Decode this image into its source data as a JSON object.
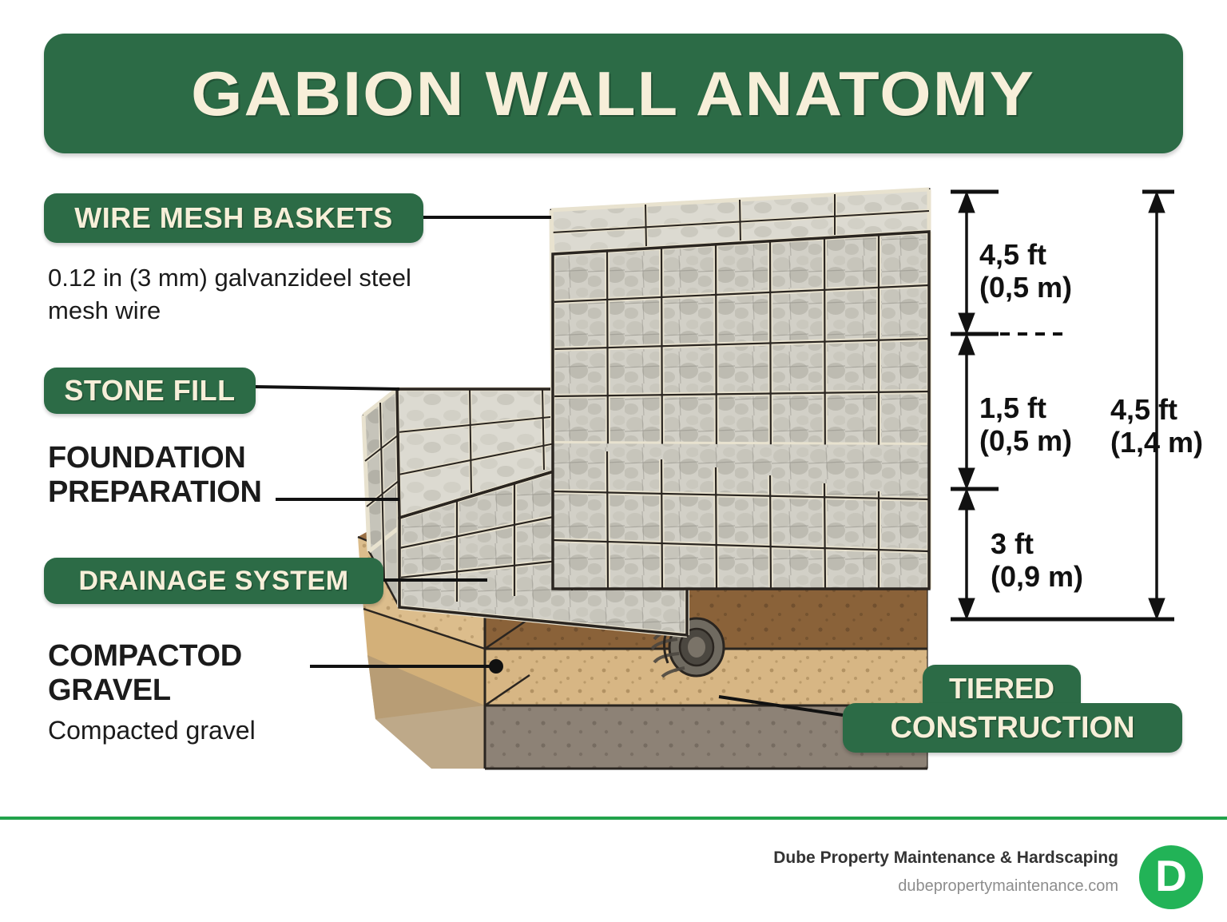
{
  "header": {
    "title": "GABION WALL ANATOMY",
    "bg_color": "#2c6b46",
    "text_color": "#f7efd9"
  },
  "callouts": [
    {
      "key": "wire_mesh",
      "badge": "WIRE MESH BASKETS",
      "style": "badge"
    },
    {
      "key": "stone_fill",
      "badge": "STONE FILL",
      "style": "badge"
    },
    {
      "key": "drainage",
      "badge": "DRAINAGE SYSTEM",
      "style": "badge"
    },
    {
      "key": "tiered",
      "badge_line1": "TIERED",
      "badge_line2": "CONSTRUCTION",
      "style": "badge-stacked"
    },
    {
      "key": "foundation",
      "label": "FOUNDATION PREPARATION",
      "style": "plain-bold"
    },
    {
      "key": "compacted",
      "label": "COMPACTOD GRAVEL",
      "sub": "Compacted gravel",
      "style": "plain-bold"
    }
  ],
  "labels": {
    "wire_mesh_badge": "WIRE MESH BASKETS",
    "wire_mesh_desc": "0.12 in (3 mm) galvanzideel steel mesh wire",
    "stone_fill_badge": "STONE FILL",
    "foundation_label_line1": "FOUNDATION",
    "foundation_label_line2": "PREPARATION",
    "drainage_badge": "DRAINAGE SYSTEM",
    "compacted_label_line1": "COMPACTOD",
    "compacted_label_line2": "GRAVEL",
    "compacted_sub": "Compacted gravel",
    "tiered_line1": "TIERED",
    "tiered_line2": "CONSTRUCTION"
  },
  "dimensions": {
    "top_tier_ft": "4,5 ft",
    "top_tier_m": "(0,5 m)",
    "mid_tier_ft": "1,5 ft",
    "mid_tier_m": "(0,5 m)",
    "base_ft": "3 ft",
    "base_m": "(0,9 m)",
    "total_ft": "4,5 ft",
    "total_m": "(1,4 m)"
  },
  "diagram": {
    "type": "isometric-cutaway",
    "subject": "tiered gabion retaining wall",
    "mesh_color": "#2a2a26",
    "mesh_wire_color": "#e8e2cf",
    "stone_color": "#cfcdc4",
    "topsoil_color": "#8a6239",
    "gravel_color": "#d7b684",
    "subbase_color": "#8d8276",
    "pipe_color": "#6f6a60"
  },
  "footer": {
    "company": "Dube Property Maintenance & Hardscaping",
    "url": "dubepropertymaintenance.com",
    "logo_letter": "D",
    "logo_color": "#22b357",
    "rule_color": "#22a24b"
  }
}
